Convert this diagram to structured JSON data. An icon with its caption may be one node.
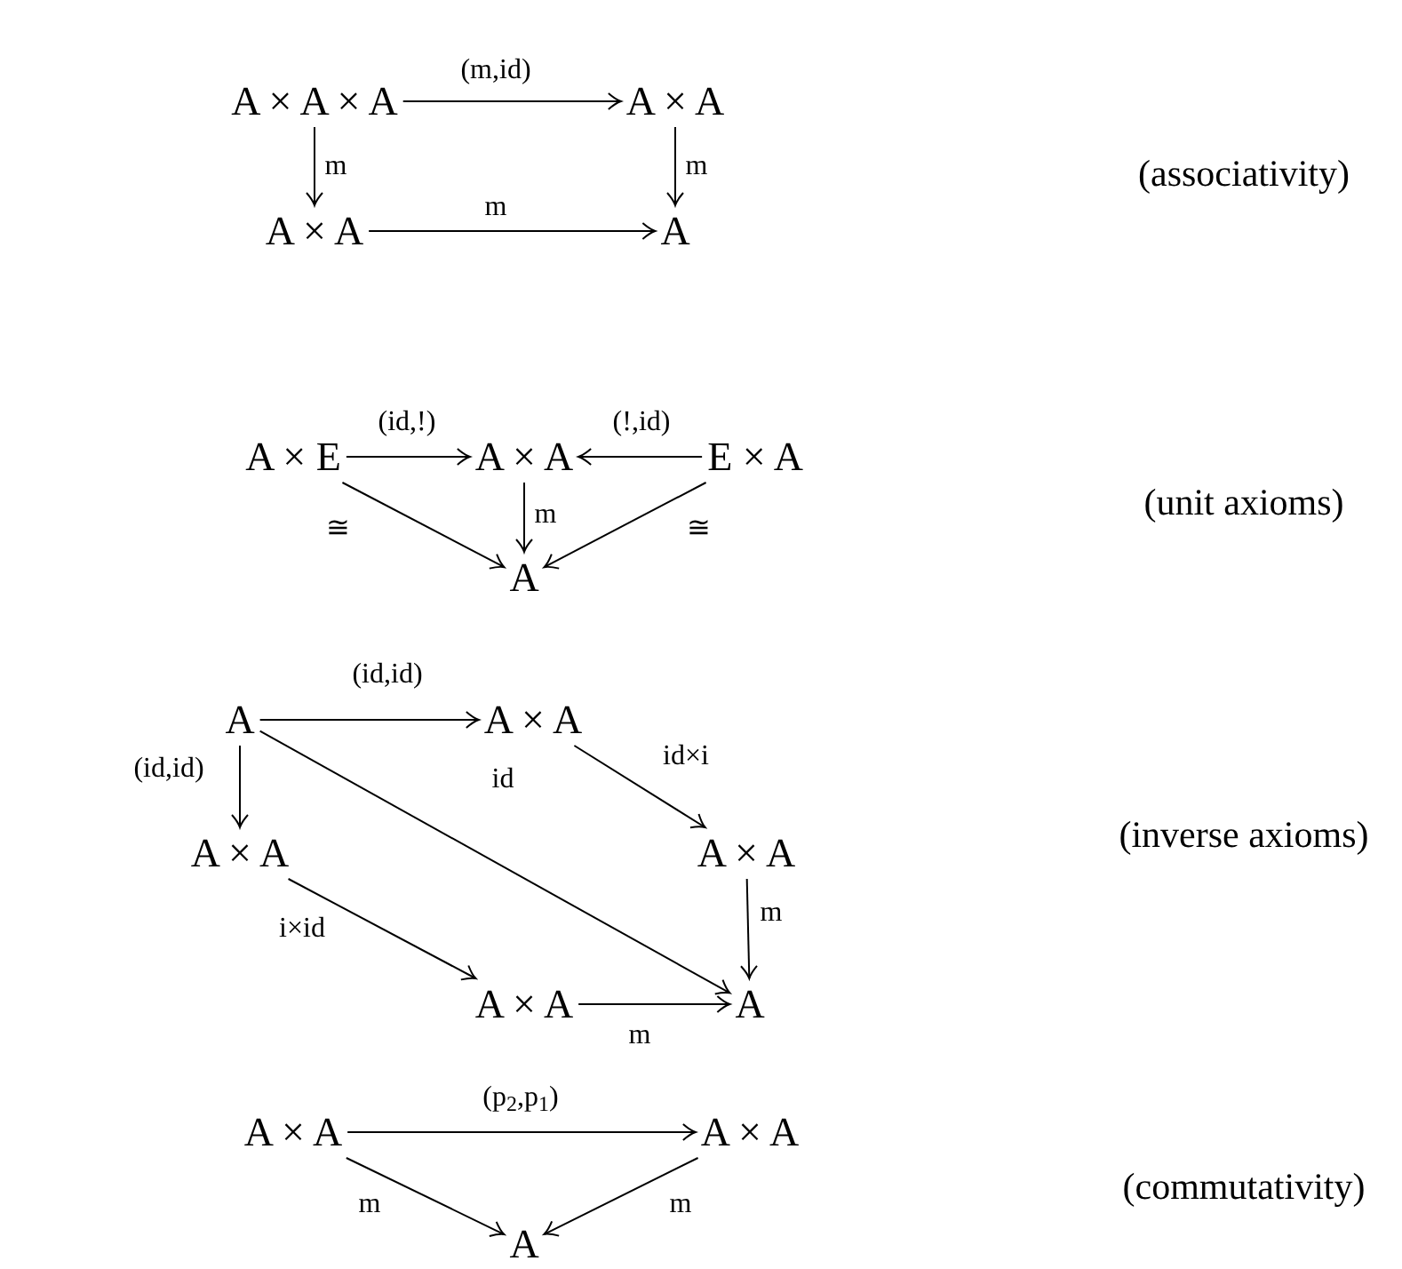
{
  "diagram": {
    "nodes": [
      {
        "text": [
          "A × A × A"
        ]
      },
      {
        "text": [
          "A × A"
        ]
      },
      {
        "text": [
          "A × A"
        ]
      },
      {
        "text": [
          "A"
        ]
      },
      {
        "text": [
          "A × E"
        ]
      },
      {
        "text": [
          "A × A"
        ]
      },
      {
        "text": [
          "E × A"
        ]
      },
      {
        "text": [
          "A"
        ]
      },
      {
        "text": [
          "A"
        ]
      },
      {
        "text": [
          "A × A"
        ]
      },
      {
        "text": [
          "A × A"
        ]
      },
      {
        "text": [
          "A × A"
        ]
      },
      {
        "text": [
          "A × A"
        ]
      },
      {
        "text": [
          "A"
        ]
      },
      {
        "text": [
          "A × A"
        ]
      },
      {
        "text": [
          "A × A"
        ]
      },
      {
        "text": [
          "A"
        ]
      }
    ],
    "edges": [
      {
        "from": 0,
        "to": 1,
        "arrow": "to",
        "label": "(m,id)"
      },
      {
        "from": 0,
        "to": 2,
        "arrow": "to",
        "label": "m"
      },
      {
        "from": 1,
        "to": 3,
        "arrow": "to",
        "label": "m"
      },
      {
        "from": 2,
        "to": 3,
        "arrow": "to",
        "label": "m"
      },
      {
        "from": 4,
        "to": 5,
        "arrow": "to",
        "label": "(id,!)"
      },
      {
        "from": 6,
        "to": 5,
        "arrow": "to",
        "label": "(!,id)"
      },
      {
        "from": 4,
        "to": 7,
        "arrow": "to",
        "label": "≅"
      },
      {
        "from": 5,
        "to": 7,
        "arrow": "to",
        "label": "m"
      },
      {
        "from": 6,
        "to": 7,
        "arrow": "to",
        "label": "≅"
      },
      {
        "from": 8,
        "to": 9,
        "arrow": "to",
        "label": "(id,id)"
      },
      {
        "from": 8,
        "to": 10,
        "arrow": "to",
        "label": "(id,id)"
      },
      {
        "from": 9,
        "to": 11,
        "arrow": "to",
        "label": "id×i"
      },
      {
        "from": 8,
        "to": 13,
        "arrow": "to",
        "label": "id"
      },
      {
        "from": 10,
        "to": 12,
        "arrow": "to",
        "label": "i×id"
      },
      {
        "from": 11,
        "to": 13,
        "arrow": "to",
        "label": "m"
      },
      {
        "from": 12,
        "to": 13,
        "arrow": "to",
        "label": "m"
      },
      {
        "from": 14,
        "to": 15,
        "arrow": "to",
        "label": "(p$_{2}$,p$_{1}$)"
      },
      {
        "from": 14,
        "to": 16,
        "arrow": "to",
        "label": "m"
      },
      {
        "from": 15,
        "to": 16,
        "arrow": "to",
        "label": "m"
      }
    ],
    "labels": [
      "(associativity)",
      "(unit axioms)",
      "(inverse axioms)",
      "(commutativity)"
    ]
  }
}
